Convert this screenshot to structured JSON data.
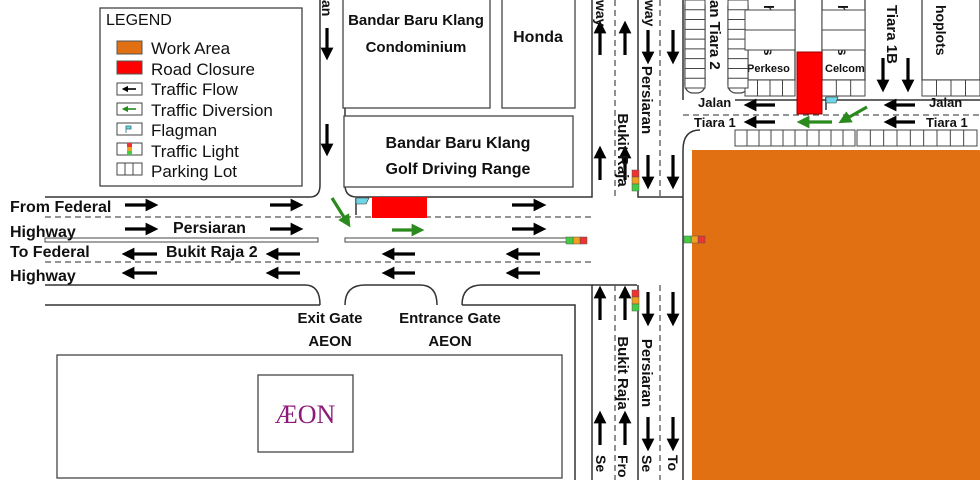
{
  "colors": {
    "work_area": "#e07011",
    "road_closure": "#ff0000",
    "flow": "#000000",
    "diversion": "#2a8a1e",
    "flag": "#6fd6e8"
  },
  "legend": {
    "title": "LEGEND",
    "items": [
      "Work Area",
      "Road Closure",
      "Traffic Flow",
      "Traffic Diversion",
      "Flagman",
      "Traffic Light",
      "Parking Lot"
    ]
  },
  "buildings": {
    "condo": [
      "Bandar Baru Klang",
      "Condominium"
    ],
    "honda": "Honda",
    "golf": [
      "Bandar Baru Klang",
      "Golf Driving Range"
    ],
    "perkeso": "Perkeso",
    "celcom": "Celcom",
    "shoplots": "hoplots",
    "aeon_logo": "ÆON"
  },
  "roads": {
    "from_federal": [
      "From Federal",
      "Highway"
    ],
    "to_federal": [
      "To Federal",
      "Highway"
    ],
    "persiaran_main": "Persiaran",
    "bukit_raja_2": "Bukit Raja 2",
    "bukit_raja": "Bukit Raja",
    "persiaran_v": "Persiaran",
    "jalan_tiara_2": "an Tiara 2",
    "tiara_1b": "Tiara 1B",
    "jalan": "Jalan",
    "tiara_1": "Tiara 1",
    "way": "way",
    "an": "an",
    "se": "Se",
    "fro": "Fro",
    "to": "To"
  },
  "gates": {
    "exit": [
      "Exit Gate",
      "AEON"
    ],
    "entrance": [
      "Entrance Gate",
      "AEON"
    ]
  }
}
